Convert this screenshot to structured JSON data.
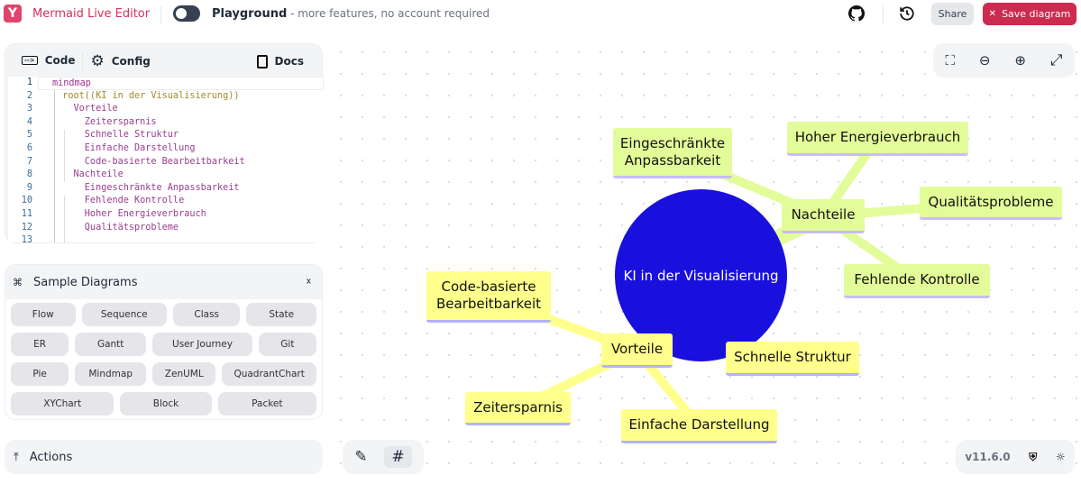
{
  "header": {
    "app_title": "Mermaid Live Editor",
    "playground_label": "Playground",
    "playground_hint": " - more features, no account required",
    "share_label": "Share",
    "save_label": "Save diagram"
  },
  "editor": {
    "tabs": [
      {
        "label": "Code"
      },
      {
        "label": "Config"
      },
      {
        "label": "Docs"
      }
    ],
    "lines": [
      "mindmap",
      "  root((KI in der Visualisierung))",
      "    Vorteile",
      "      Zeitersparnis",
      "      Schnelle Struktur",
      "      Einfache Darstellung",
      "      Code-basierte Bearbeitbarkeit",
      "    Nachteile",
      "      Eingeschränkte Anpassbarkeit",
      "      Fehlende Kontrolle",
      "      Hoher Energieverbrauch",
      "      Qualitätsprobleme",
      ""
    ]
  },
  "samples": {
    "title": "Sample Diagrams",
    "rows": [
      [
        "Flow",
        "Sequence",
        "Class",
        "State"
      ],
      [
        "ER",
        "Gantt",
        "User Journey",
        "Git"
      ],
      [
        "Pie",
        "Mindmap",
        "ZenUML",
        "QuadrantChart"
      ],
      [
        "XYChart",
        "Block",
        "Packet"
      ]
    ]
  },
  "actions": {
    "label": "Actions"
  },
  "footer": {
    "version": "v11.6.0"
  },
  "mindmap": {
    "root": "KI in der Visualisierung",
    "colors": {
      "root": "#1a10de",
      "vorteile": "#ffff8c",
      "nachteile": "#e2fc99"
    },
    "branches": [
      {
        "label": "Vorteile",
        "children": [
          "Zeitersparnis",
          "Schnelle Struktur",
          "Einfache Darstellung",
          "Code-basierte Bearbeitbarkeit"
        ]
      },
      {
        "label": "Nachteile",
        "children": [
          "Eingeschränkte Anpassbarkeit",
          "Fehlende Kontrolle",
          "Hoher Energieverbrauch",
          "Qualitätsprobleme"
        ]
      }
    ]
  }
}
